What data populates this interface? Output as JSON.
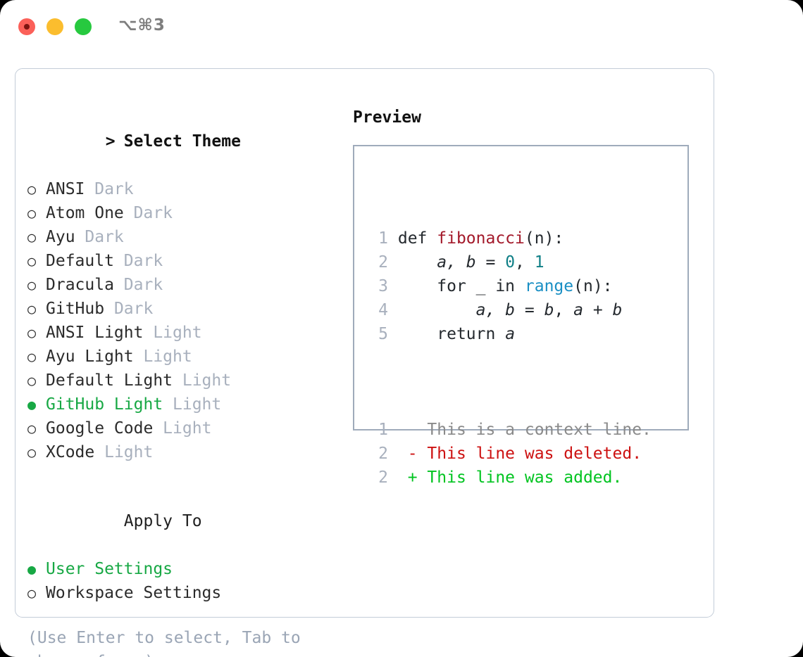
{
  "window": {
    "titlebar": {
      "shortcut_text": "⌥⌘3",
      "buttons": [
        {
          "name": "close",
          "color": "#fb6059"
        },
        {
          "name": "minimize",
          "color": "#fbbd2e"
        },
        {
          "name": "maximize",
          "color": "#27c93f"
        }
      ]
    }
  },
  "theme_picker": {
    "header": {
      "marker": ">",
      "title": "Select Theme"
    },
    "items": [
      {
        "bullet": "○",
        "label": "ANSI",
        "kind": "Dark",
        "selected": false
      },
      {
        "bullet": "○",
        "label": "Atom One",
        "kind": "Dark",
        "selected": false
      },
      {
        "bullet": "○",
        "label": "Ayu",
        "kind": "Dark",
        "selected": false
      },
      {
        "bullet": "○",
        "label": "Default",
        "kind": "Dark",
        "selected": false
      },
      {
        "bullet": "○",
        "label": "Dracula",
        "kind": "Dark",
        "selected": false
      },
      {
        "bullet": "○",
        "label": "GitHub",
        "kind": "Dark",
        "selected": false
      },
      {
        "bullet": "○",
        "label": "ANSI Light",
        "kind": "Light",
        "selected": false
      },
      {
        "bullet": "○",
        "label": "Ayu Light",
        "kind": "Light",
        "selected": false
      },
      {
        "bullet": "○",
        "label": "Default Light",
        "kind": "Light",
        "selected": false
      },
      {
        "bullet": "●",
        "label": "GitHub Light",
        "kind": "Light",
        "selected": true
      },
      {
        "bullet": "○",
        "label": "Google Code",
        "kind": "Light",
        "selected": false
      },
      {
        "bullet": "○",
        "label": "XCode",
        "kind": "Light",
        "selected": false
      }
    ]
  },
  "apply_to": {
    "header": "Apply To",
    "items": [
      {
        "bullet": "●",
        "label": "User Settings",
        "selected": true
      },
      {
        "bullet": "○",
        "label": "Workspace Settings",
        "selected": false
      }
    ]
  },
  "hint": "(Use Enter to select, Tab to change focus)",
  "preview": {
    "title": "Preview",
    "code_lines": [
      {
        "num": "1",
        "tokens": [
          {
            "text": "def ",
            "type": "plain"
          },
          {
            "text": "fibonacci",
            "type": "func"
          },
          {
            "text": "(n):",
            "type": "plain"
          }
        ]
      },
      {
        "num": "2",
        "tokens": [
          {
            "text": "    ",
            "type": "plain"
          },
          {
            "text": "a, b",
            "type": "italic"
          },
          {
            "text": " = ",
            "type": "plain"
          },
          {
            "text": "0",
            "type": "num"
          },
          {
            "text": ", ",
            "type": "plain"
          },
          {
            "text": "1",
            "type": "num"
          }
        ]
      },
      {
        "num": "3",
        "tokens": [
          {
            "text": "    for _ in ",
            "type": "plain"
          },
          {
            "text": "range",
            "type": "call"
          },
          {
            "text": "(n):",
            "type": "plain"
          }
        ]
      },
      {
        "num": "4",
        "tokens": [
          {
            "text": "        ",
            "type": "plain"
          },
          {
            "text": "a, b",
            "type": "italic"
          },
          {
            "text": " = ",
            "type": "plain"
          },
          {
            "text": "b",
            "type": "italic"
          },
          {
            "text": ", ",
            "type": "plain"
          },
          {
            "text": "a",
            "type": "italic"
          },
          {
            "text": " + ",
            "type": "plain"
          },
          {
            "text": "b",
            "type": "italic"
          }
        ]
      },
      {
        "num": "5",
        "tokens": [
          {
            "text": "    return ",
            "type": "plain"
          },
          {
            "text": "a",
            "type": "italic"
          }
        ]
      }
    ],
    "diff_lines": [
      {
        "num": "1",
        "sign": " ",
        "text": " This is a context line.",
        "type": "context"
      },
      {
        "num": "2",
        "sign": "-",
        "text": " This line was deleted.",
        "type": "deleted"
      },
      {
        "num": "2",
        "sign": "+",
        "text": " This line was added.",
        "type": "added"
      }
    ]
  },
  "colors": {
    "accent_green": "#17a844",
    "muted": "#a8b0bd",
    "hint": "#9aa5b5",
    "diff_add": "#00c420",
    "diff_del": "#cd1111",
    "diff_ctx": "#8a8a8a",
    "syntax_function": "#a3192a",
    "syntax_number": "#0f7f86",
    "syntax_call": "#1a8fc4",
    "border": "#c3ccd8",
    "preview_border": "#9fabbb"
  }
}
